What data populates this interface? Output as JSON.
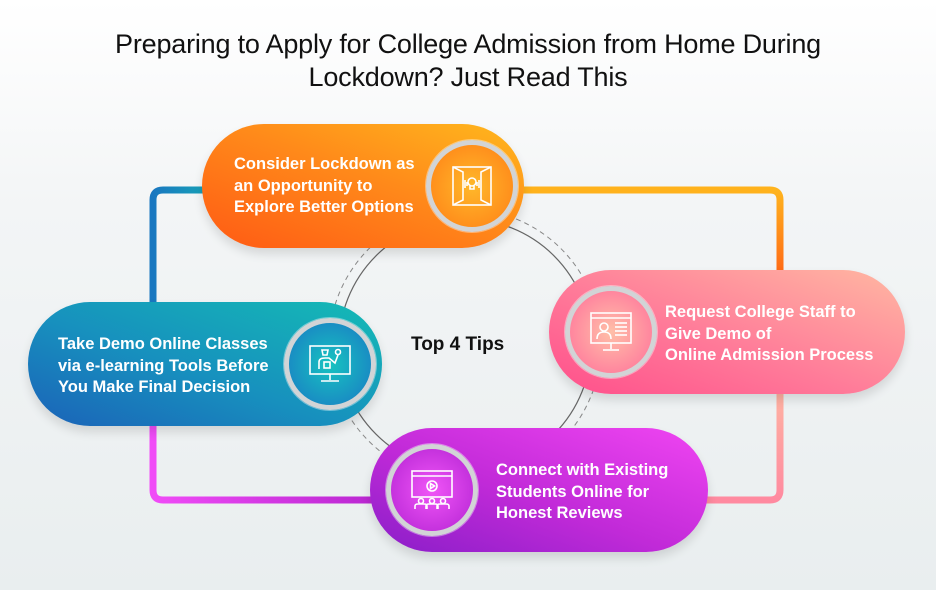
{
  "title": {
    "line1": "Preparing to Apply for College Admission from Home During",
    "line2": "Lockdown? Just Read This"
  },
  "center": {
    "label": "Top 4 Tips"
  },
  "tips": [
    {
      "id": "opportunity",
      "lines": [
        "Consider Lockdown as",
        "an Opportunity to",
        "Explore Better Options"
      ],
      "icon": "door-lightbulb-icon",
      "colors": {
        "from": "#ff6a1f",
        "to": "#ffb21c"
      }
    },
    {
      "id": "request-demo",
      "lines": [
        "Request College Staff to",
        "Give Demo of",
        "Online Admission Process"
      ],
      "icon": "computer-user-profile-icon",
      "colors": {
        "from": "#ff4f8b",
        "to": "#ffb0a0"
      }
    },
    {
      "id": "connect-students",
      "lines": [
        "Connect with Existing",
        "Students Online for",
        "Honest Reviews"
      ],
      "icon": "video-audience-icon",
      "colors": {
        "from": "#8b1fc9",
        "to": "#f044f0"
      }
    },
    {
      "id": "demo-classes",
      "lines": [
        "Take Demo Online Classes",
        "via e-learning Tools Before",
        "You Make Final Decision"
      ],
      "icon": "online-teacher-monitor-icon",
      "colors": {
        "from": "#1a6fbf",
        "to": "#15b8b5"
      }
    }
  ]
}
